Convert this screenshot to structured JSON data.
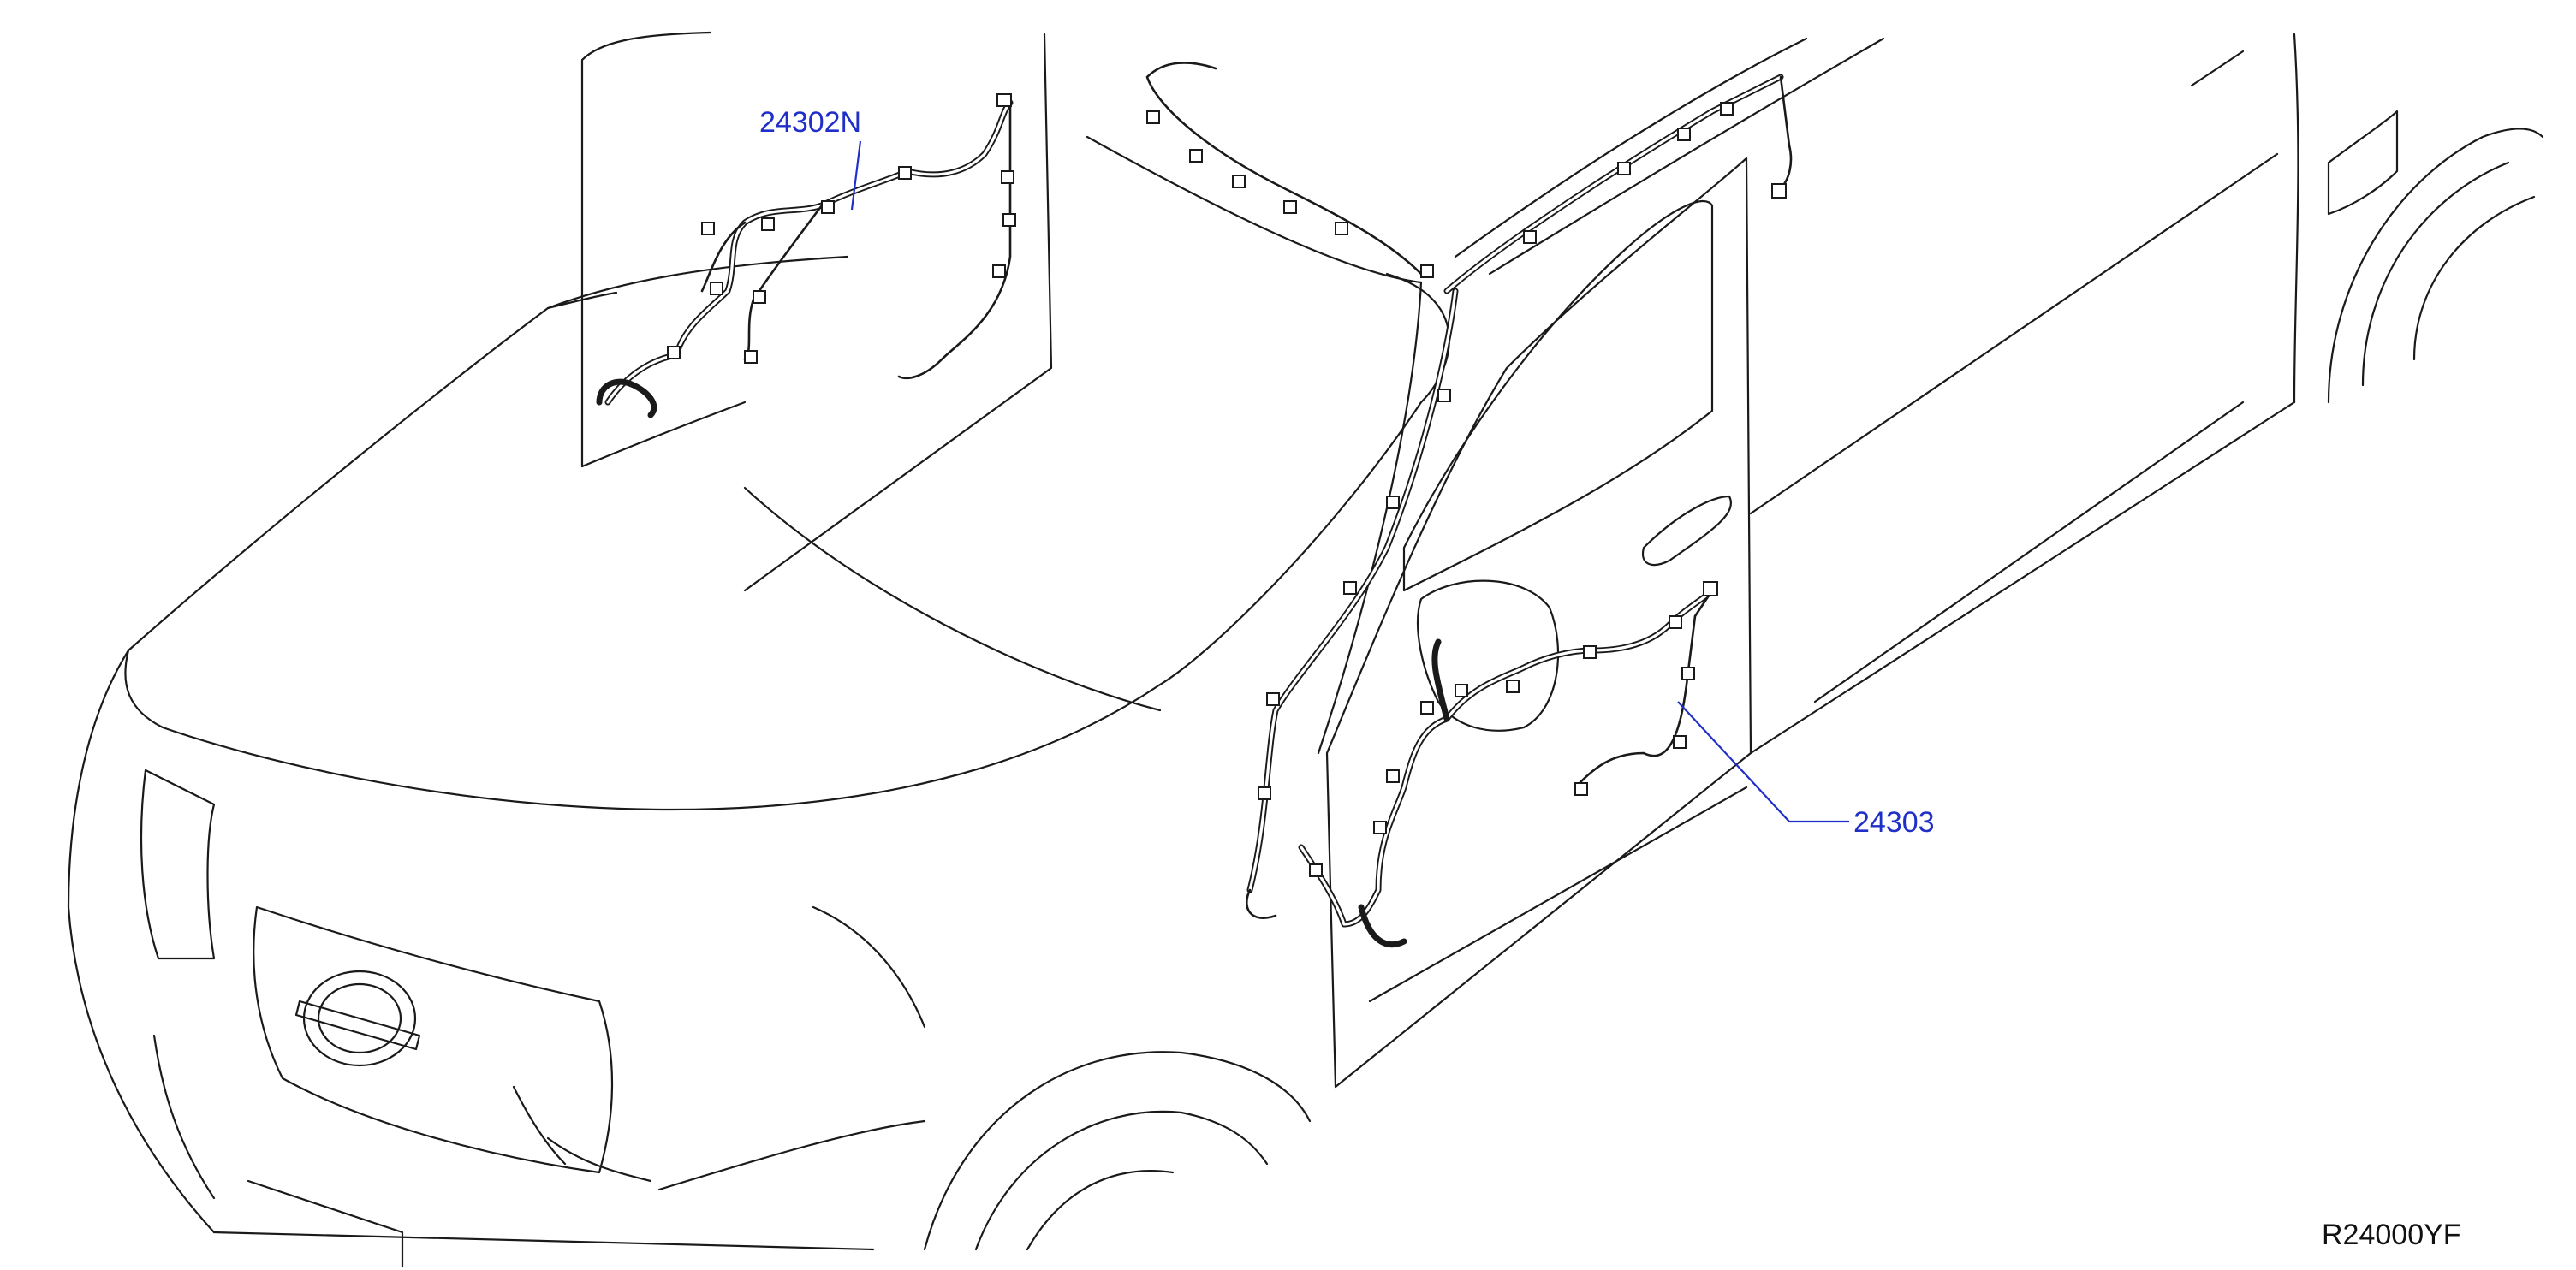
{
  "callouts": [
    {
      "label": "24302N",
      "color": "#1f2fc8"
    },
    {
      "label": "24303",
      "color": "#1f2fc8"
    }
  ],
  "reference_code": {
    "label": "R24000YF",
    "color": "#111111"
  }
}
